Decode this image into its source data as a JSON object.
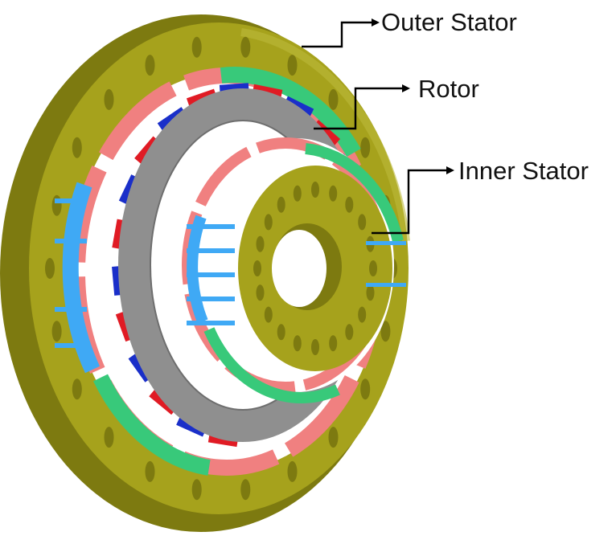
{
  "labels": {
    "outer_stator": "Outer Stator",
    "rotor": "Rotor",
    "inner_stator": "Inner Stator"
  },
  "colors": {
    "stator_body": "#a6a21c",
    "stator_shadow": "#7d7a10",
    "stator_highlight": "#bdb93a",
    "rotor_ring": "#8f8f8f",
    "magnet_red": "#e01b24",
    "magnet_blue": "#1a2fc9",
    "winding_pink": "#f08080",
    "winding_green": "#38c97a",
    "winding_cyan": "#3fa9f5"
  }
}
